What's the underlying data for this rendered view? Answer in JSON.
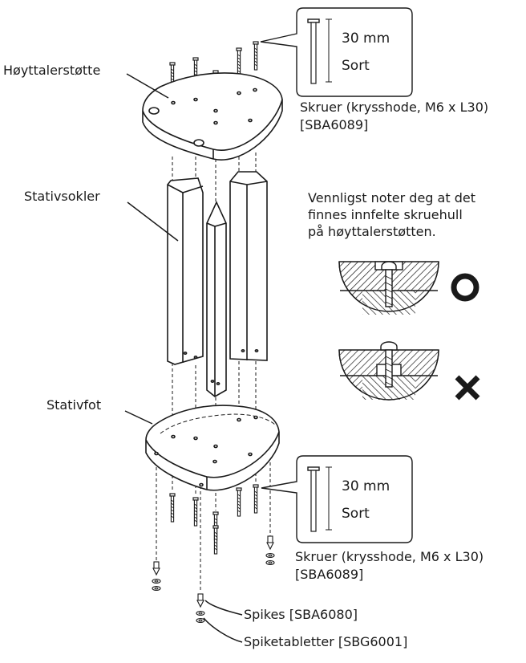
{
  "labels": {
    "speaker_support": "Høyttalerstøtte",
    "stand_columns": "Stativsokler",
    "stand_base": "Stativfot"
  },
  "top_screws": {
    "length": "30 mm",
    "color": "Sort",
    "caption_line1": "Skruer (krysshode, M6 x L30)",
    "caption_line2": "[SBA6089]"
  },
  "bottom_screws": {
    "length": "30 mm",
    "color": "Sort",
    "caption_line1": "Skruer (krysshode, M6 x L30)",
    "caption_line2": "[SBA6089]"
  },
  "note": {
    "line1": "Vennligst noter deg at det",
    "line2": "finnes innfelte skruehull",
    "line3": "på høyttalerstøtten."
  },
  "parts": {
    "spikes": "Spikes [SBA6080]",
    "spike_pads": "Spiketabletter [SBG6001]"
  },
  "symbols": {
    "correct": "O",
    "incorrect": "✕"
  },
  "colors": {
    "line": "#1a1a1a",
    "background": "#ffffff"
  }
}
